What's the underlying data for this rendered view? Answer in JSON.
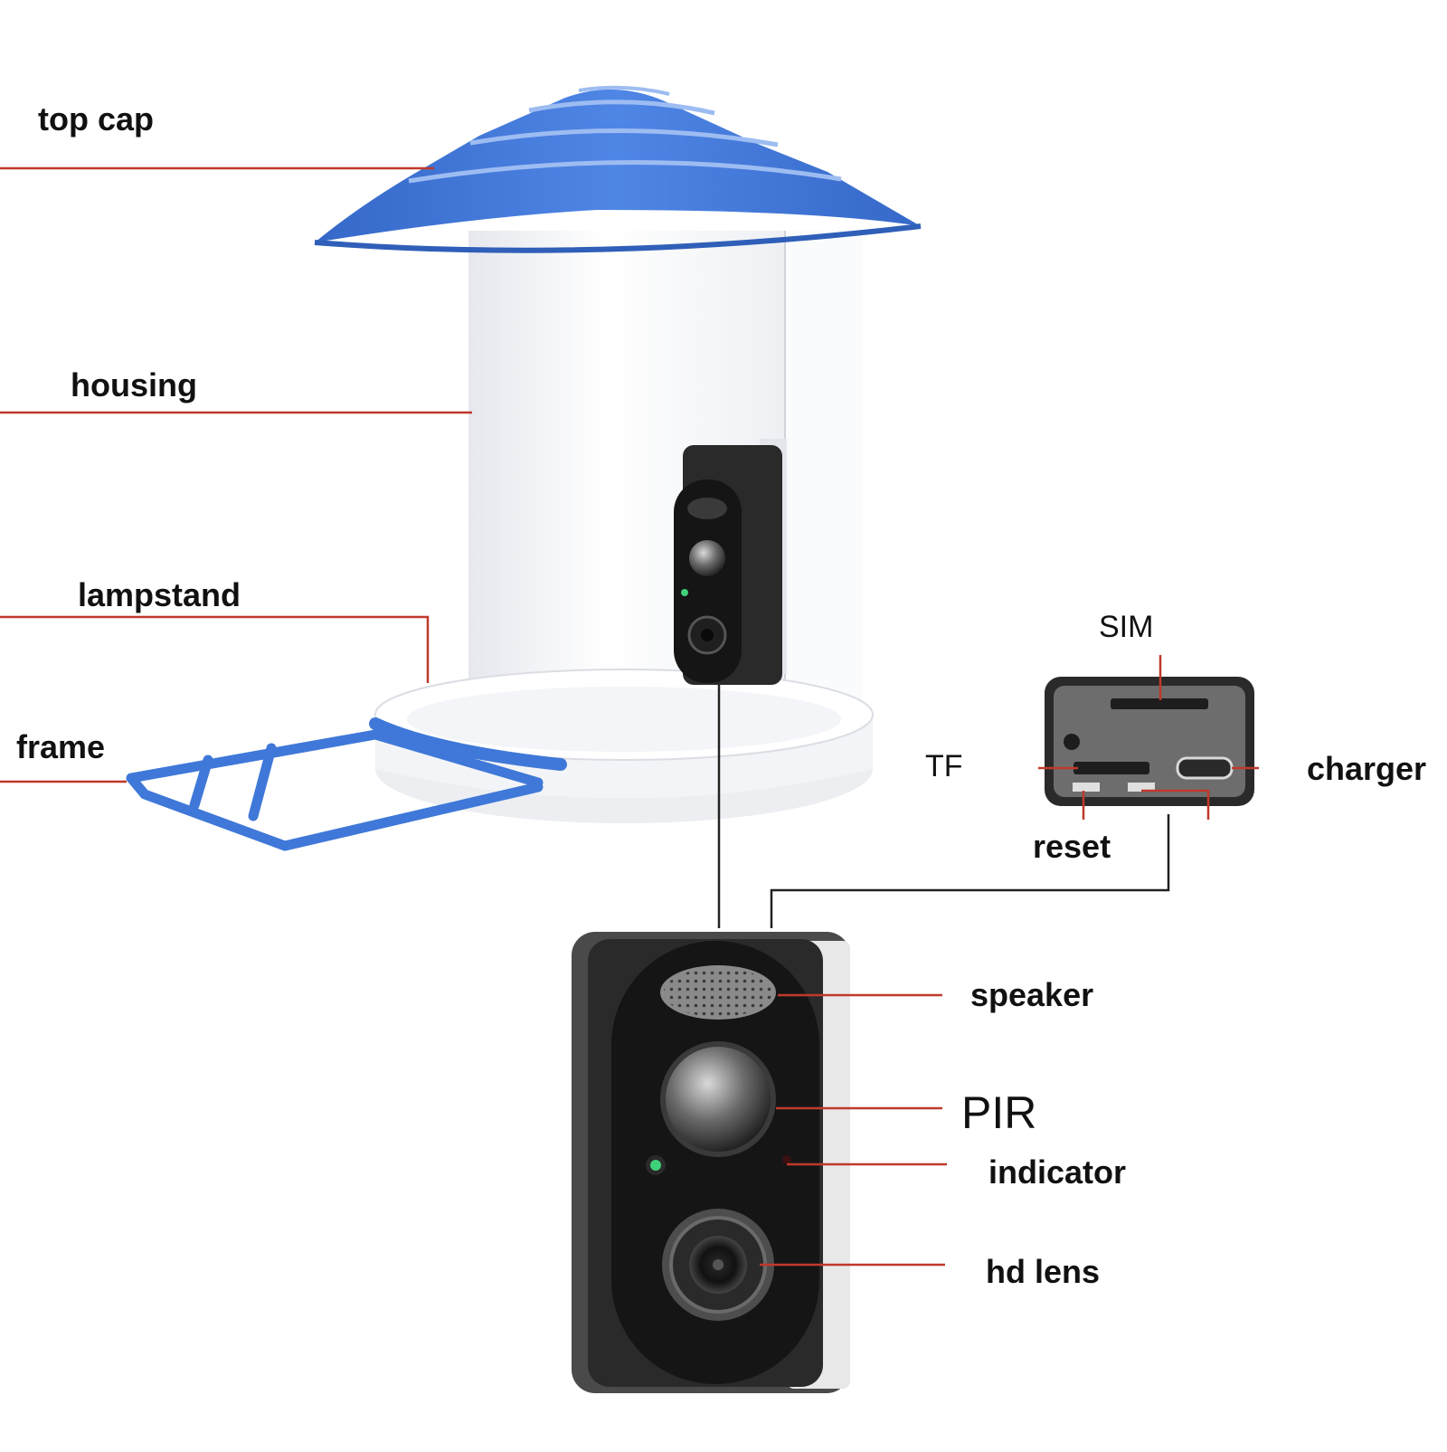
{
  "labels": {
    "top_cap": "top cap",
    "housing": "housing",
    "lampstand": "lampstand",
    "frame": "frame",
    "sim": "SIM",
    "tf": "TF",
    "charger": "charger",
    "reset": "reset",
    "speaker": "speaker",
    "pir": "PIR",
    "indicator": "indicator",
    "hd_lens": "hd lens"
  },
  "colors": {
    "cap_blue": "#3f78d8",
    "leader_red": "#c0392b",
    "connector_black": "#222222",
    "housing_white": "#f2f3f6",
    "camera_black": "#151515",
    "led_green": "#3fd07a"
  }
}
